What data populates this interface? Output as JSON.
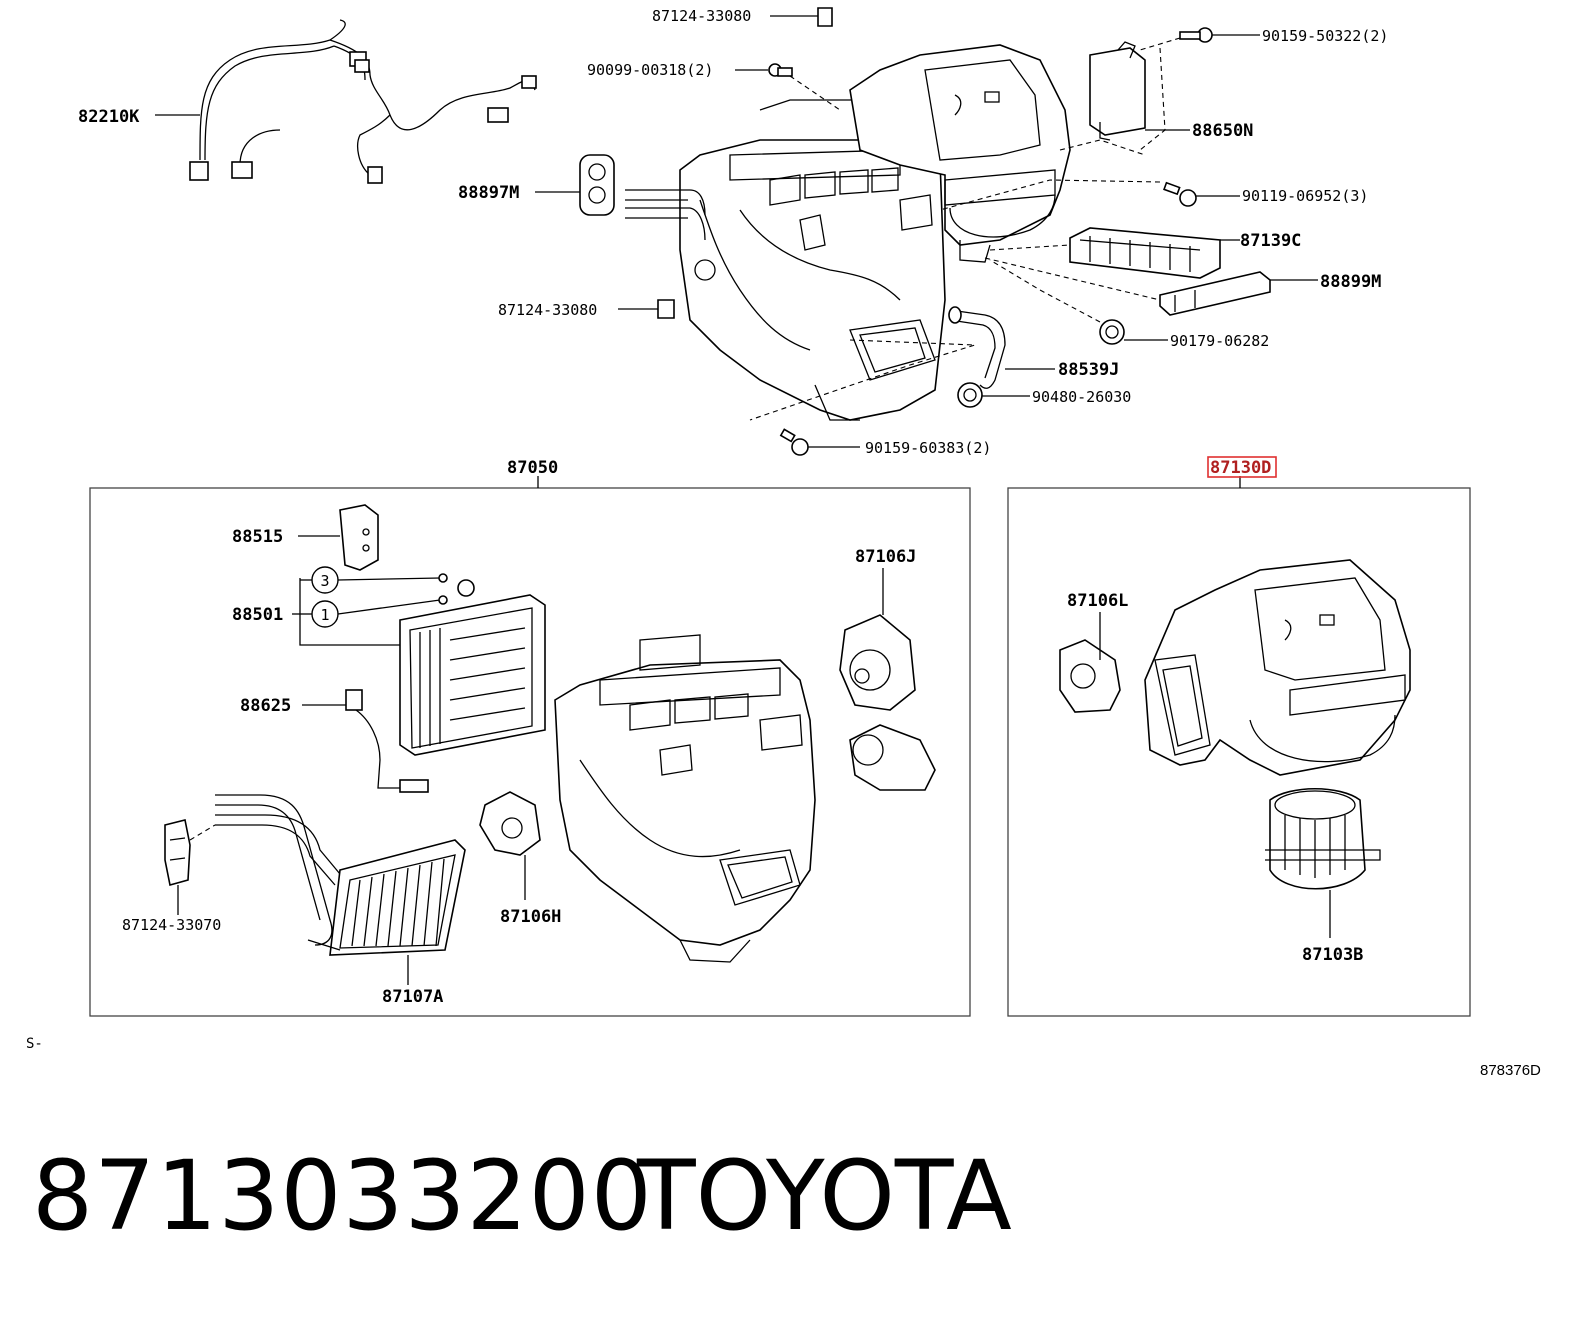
{
  "colors": {
    "ink": "#000000",
    "highlight": "#e03030",
    "paper": "#ffffff"
  },
  "callouts": {
    "c82210K": "82210K",
    "c87124_33080_top": "87124-33080",
    "c90099": "90099-00318(2)",
    "c90159_50322": "90159-50322(2)",
    "c88650N": "88650N",
    "c88897M": "88897M",
    "c90119": "90119-06952(3)",
    "c87139C": "87139C",
    "c88899M": "88899M",
    "c87124_33080_mid": "87124-33080",
    "c90179": "90179-06282",
    "c88539J": "88539J",
    "c90480": "90480-26030",
    "c90159_60383": "90159-60383(2)",
    "c87050": "87050",
    "c87130D": "87130D",
    "c88515": "88515",
    "c88501": "88501",
    "c88625": "88625",
    "c87106J": "87106J",
    "c87124_33070": "87124-33070",
    "c87106H": "87106H",
    "c87107A": "87107A",
    "c87106L": "87106L",
    "c87103B": "87103B",
    "circle3": "3",
    "circle1": "1"
  },
  "corner_mark": "S-",
  "diagram_code": "878376D",
  "footer": {
    "part_number": "8713033200",
    "brand": "TOYOTA"
  }
}
